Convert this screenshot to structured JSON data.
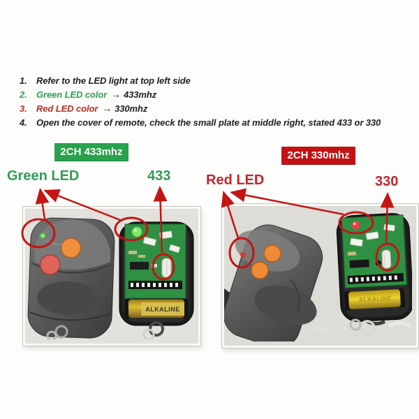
{
  "instructions": {
    "items": [
      {
        "num": "1.",
        "text": "Refer to the LED light at top left side"
      },
      {
        "num": "2.",
        "colored": "Green LED color",
        "arrow": "→",
        "suffix": "433mhz"
      },
      {
        "num": "3.",
        "colored": "Red LED color",
        "arrow": "→",
        "suffix": "330mhz"
      },
      {
        "num": "4.",
        "text": "Open the cover of remote, check the small plate at middle right, stated 433 or 330"
      }
    ]
  },
  "left_panel": {
    "badge": "2CH 433mhz",
    "led_label": "Green LED",
    "freq_label": "433",
    "battery_label": "ALKALINE",
    "led_color_name": "green",
    "frequency": "433mhz"
  },
  "right_panel": {
    "badge": "2CH 330mhz",
    "led_label": "Red LED",
    "freq_label": "330",
    "battery_label": "ALKALINE",
    "led_color_name": "red",
    "frequency": "330mhz"
  },
  "colors": {
    "green_badge": "#28a24c",
    "red_badge": "#c41212",
    "green_label": "#2e9e55",
    "red_label": "#c0272d",
    "annotation_red": "#c41414",
    "green_led": "#7ee860",
    "red_led": "#e84040",
    "pcb_green": "#2f9043",
    "battery_gold": "#d9b832",
    "battery_yellow": "#e8c81f"
  }
}
